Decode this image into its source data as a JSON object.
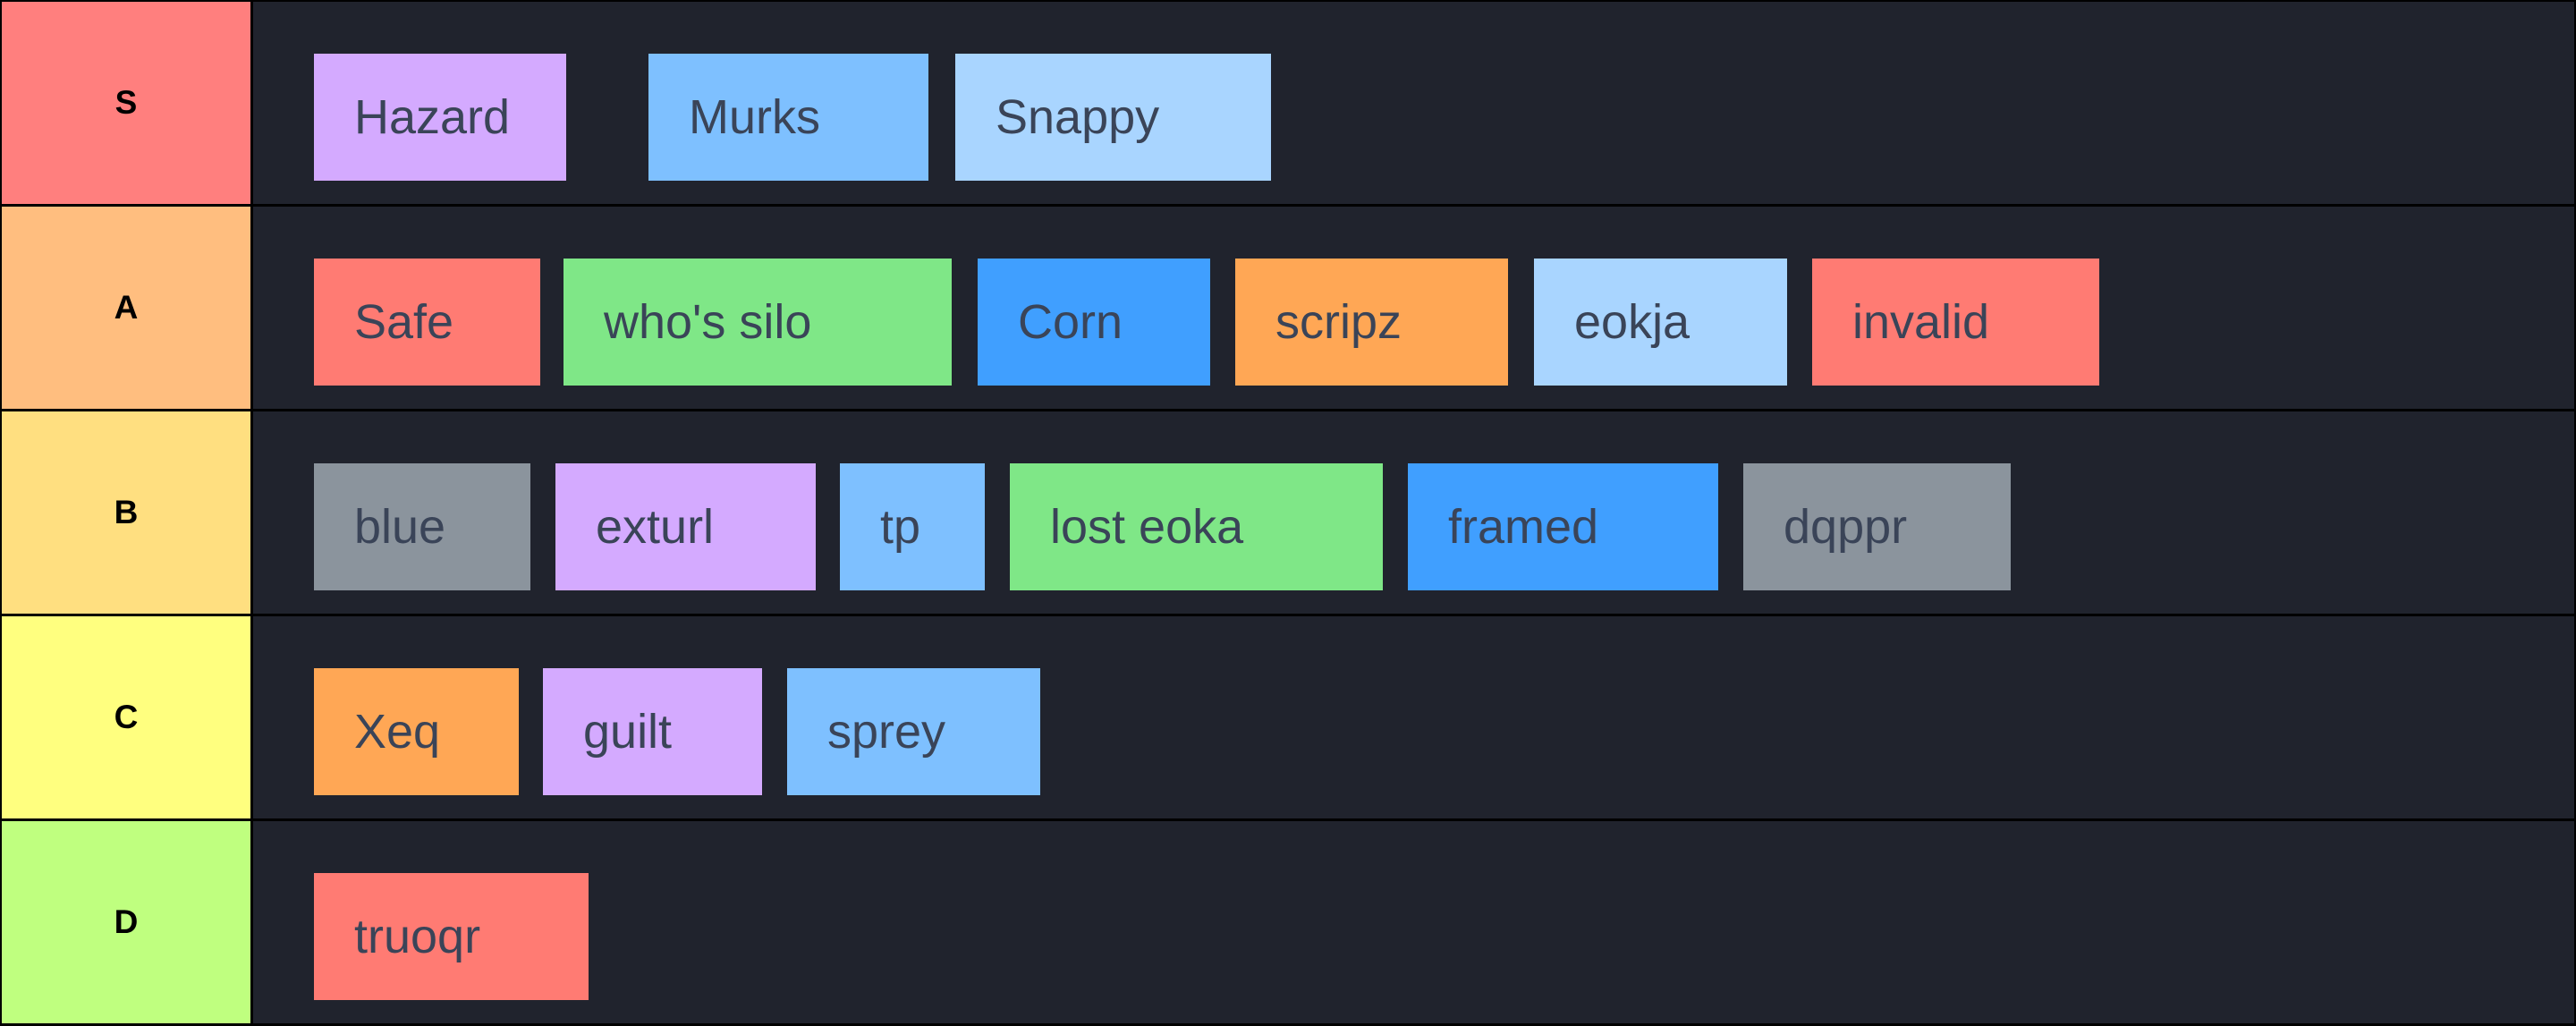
{
  "colors": {
    "row_background": "#20232d",
    "separator": "#000000",
    "item_text": "#3a4458"
  },
  "tiers": [
    {
      "label": "S",
      "color": "#ff7f7e",
      "items": [
        {
          "label": "Hazard",
          "color": "#d4aaff"
        },
        {
          "label": "Murks",
          "color": "#7ec0ff"
        },
        {
          "label": "Snappy",
          "color": "#a9d5ff"
        }
      ]
    },
    {
      "label": "A",
      "color": "#ffbe7f",
      "items": [
        {
          "label": "Safe",
          "color": "#ff7b73"
        },
        {
          "label": "who's silo",
          "color": "#7fe787"
        },
        {
          "label": "Corn",
          "color": "#409fff"
        },
        {
          "label": "scripz",
          "color": "#ffa755"
        },
        {
          "label": "eokja",
          "color": "#a9d5ff"
        },
        {
          "label": "invalid",
          "color": "#ff7b73"
        }
      ]
    },
    {
      "label": "B",
      "color": "#ffdf80",
      "items": [
        {
          "label": "blue",
          "color": "#8b949d"
        },
        {
          "label": "exturl",
          "color": "#d4aaff"
        },
        {
          "label": "tp",
          "color": "#7ec0ff"
        },
        {
          "label": "lost eoka",
          "color": "#7fe787"
        },
        {
          "label": "framed",
          "color": "#409fff"
        },
        {
          "label": "dqppr",
          "color": "#8b949d"
        }
      ]
    },
    {
      "label": "C",
      "color": "#ffff7f",
      "items": [
        {
          "label": "Xeq",
          "color": "#ffa755"
        },
        {
          "label": "guilt",
          "color": "#d4aaff"
        },
        {
          "label": "sprey",
          "color": "#7ec0ff"
        }
      ]
    },
    {
      "label": "D",
      "color": "#bfff7f",
      "items": [
        {
          "label": "truoqr",
          "color": "#ff7b73"
        }
      ]
    }
  ]
}
